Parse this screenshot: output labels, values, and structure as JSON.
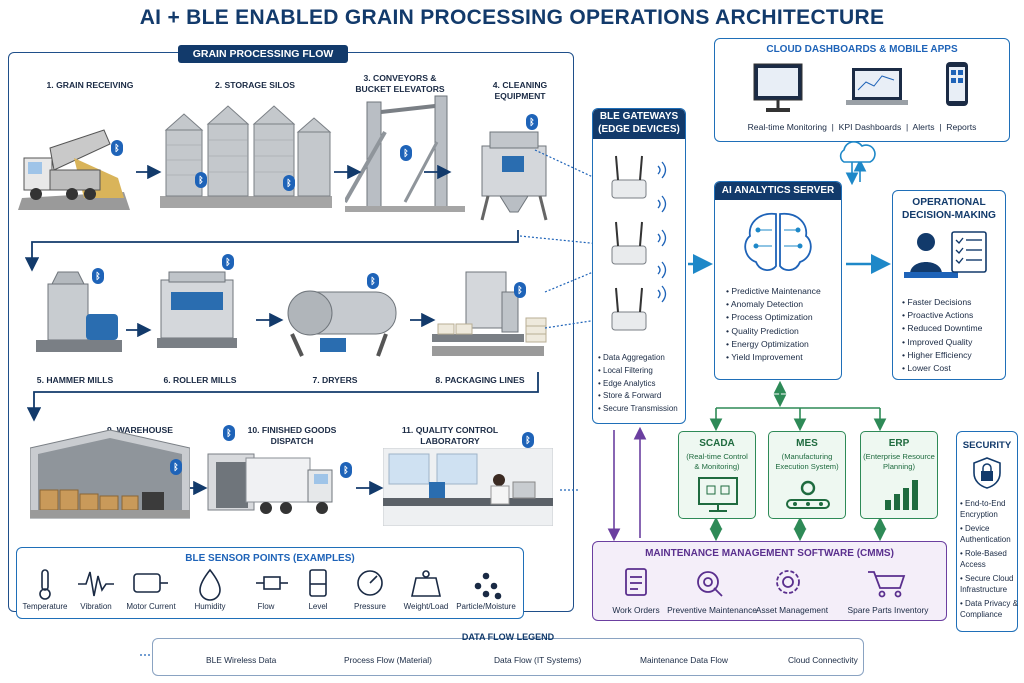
{
  "title": "AI + BLE ENABLED GRAIN PROCESSING OPERATIONS ARCHITECTURE",
  "flow": {
    "header": "GRAIN PROCESSING FLOW",
    "steps": [
      "1. GRAIN RECEIVING",
      "2. STORAGE SILOS",
      "3. CONVEYORS &",
      "BUCKET ELEVATORS",
      "4. CLEANING",
      "EQUIPMENT",
      "5. HAMMER MILLS",
      "6. ROLLER MILLS",
      "7. DRYERS",
      "8. PACKAGING LINES",
      "9. WAREHOUSE",
      "10. FINISHED GOODS",
      "DISPATCH",
      "11. QUALITY CONTROL",
      "LABORATORY"
    ]
  },
  "sensors": {
    "header": "BLE SENSOR POINTS (EXAMPLES)",
    "items": [
      "Temperature",
      "Vibration",
      "Motor Current",
      "Humidity",
      "Flow",
      "Level",
      "Pressure",
      "Weight/Load",
      "Particle/Moisture"
    ]
  },
  "gateways": {
    "header1": "BLE GATEWAYS",
    "header2": "(EDGE DEVICES)",
    "items": [
      "Data Aggregation",
      "Local Filtering",
      "Edge Analytics",
      "Store & Forward",
      "Secure Transmission"
    ]
  },
  "cloud": {
    "header": "CLOUD DASHBOARDS & MOBILE APPS",
    "caption": "Real-time Monitoring  |  KPI Dashboards  |  Alerts  |  Reports"
  },
  "ai": {
    "header": "AI ANALYTICS SERVER",
    "items": [
      "Predictive Maintenance",
      "Anomaly Detection",
      "Process Optimization",
      "Quality Prediction",
      "Energy Optimization",
      "Yield Improvement"
    ]
  },
  "ops": {
    "header1": "OPERATIONAL",
    "header2": "DECISION-MAKING",
    "items": [
      "Faster Decisions",
      "Proactive Actions",
      "Reduced Downtime",
      "Improved Quality",
      "Higher Efficiency",
      "Lower Cost"
    ]
  },
  "systems": [
    {
      "name": "SCADA",
      "sub1": "(Real-time Control",
      "sub2": "& Monitoring)"
    },
    {
      "name": "MES",
      "sub1": "(Manufacturing",
      "sub2": "Execution System)"
    },
    {
      "name": "ERP",
      "sub1": "(Enterprise Resource",
      "sub2": "Planning)"
    }
  ],
  "cmms": {
    "header": "MAINTENANCE MANAGEMENT SOFTWARE (CMMS)",
    "items": [
      "Work Orders",
      "Preventive Maintenance",
      "Asset Management",
      "Spare Parts Inventory"
    ]
  },
  "security": {
    "header": "SECURITY",
    "items": [
      "End-to-End Encryption",
      "Device Authentication",
      "Role-Based Access",
      "Secure Cloud Infrastructure",
      "Data Privacy & Compliance"
    ]
  },
  "legend": {
    "header": "DATA FLOW LEGEND",
    "items": [
      "BLE Wireless Data",
      "Process Flow (Material)",
      "Data Flow (IT Systems)",
      "Maintenance Data Flow",
      "Cloud Connectivity"
    ],
    "colors": {
      "ble": "#1e63b8",
      "process": "#123a6b",
      "it": "#2e8a57",
      "maint": "#6b3fa0",
      "cloud": "#1e88c8"
    }
  },
  "icons": {
    "bluetooth": "bluetooth-icon",
    "wifi": "wireless-icon",
    "cloud": "cloud-icon"
  }
}
